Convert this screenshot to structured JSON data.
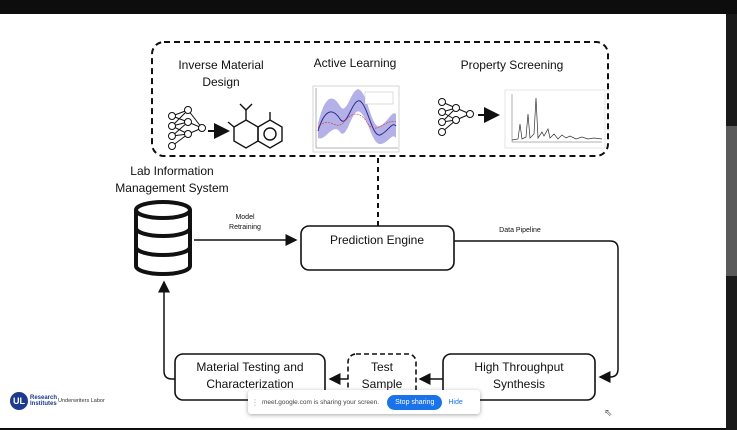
{
  "slide": {
    "top_panel": {
      "sections": [
        {
          "label_line1": "Inverse Material",
          "label_line2": "Design"
        },
        {
          "label": "Active Learning"
        },
        {
          "label": "Property Screening"
        }
      ]
    },
    "lims_line1": "Lab Information",
    "lims_line2": "Management System",
    "model_retraining_line1": "Model",
    "model_retraining_line2": "Retraining",
    "prediction_engine": "Prediction Engine",
    "data_pipeline": "Data Pipeline",
    "htp_line1": "High Throughput",
    "htp_line2": "Synthesis",
    "test_sample_line1": "Test",
    "test_sample_line2": "Sample",
    "mtc_line1": "Material Testing and",
    "mtc_line2": "Characterization"
  },
  "share_bar": {
    "message": "meet.google.com is sharing your screen.",
    "stop_label": "Stop sharing",
    "hide_label": "Hide"
  },
  "logo": {
    "badge": "UL",
    "word1": "Research",
    "word2": "Institutes",
    "lab": "Underwriters Labor"
  }
}
